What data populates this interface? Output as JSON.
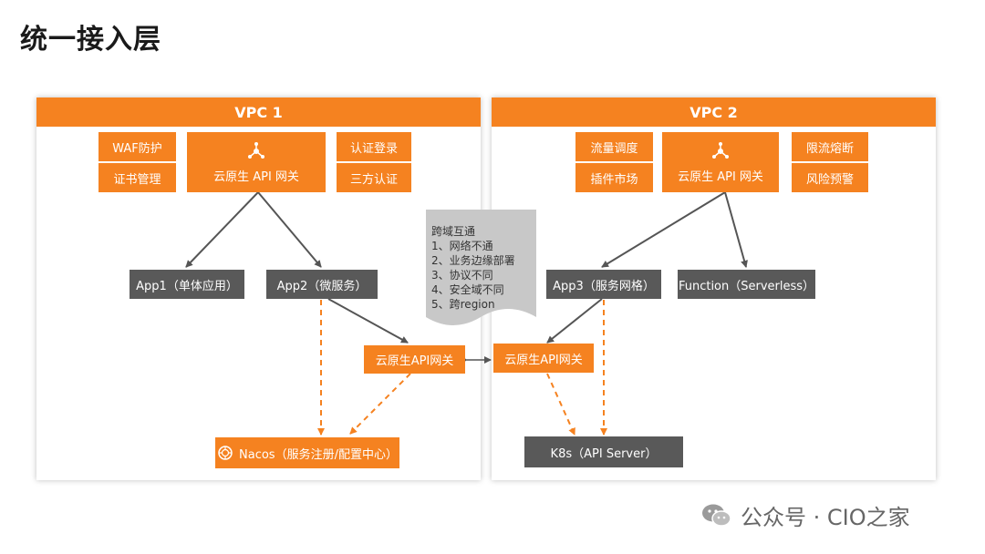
{
  "title": "统一接入层",
  "vpc1": {
    "header": "VPC 1",
    "waf": "WAF防护",
    "cert": "证书管理",
    "gateway": "云原生 API 网关",
    "auth_login": "认证登录",
    "third_auth": "三方认证",
    "app1": "App1（单体应用）",
    "app2": "App2（微服务）",
    "gw_small": "云原生API网关",
    "nacos": "Nacos（服务注册/配置中心）"
  },
  "vpc2": {
    "header": "VPC 2",
    "traffic": "流量调度",
    "plugin": "插件市场",
    "gateway": "云原生 API 网关",
    "rate_limit": "限流熔断",
    "risk": "风险预警",
    "app3": "App3（服务网格）",
    "function": "Function（Serverless）",
    "gw_small": "云原生API网关",
    "k8s": "K8s（API Server）"
  },
  "note": {
    "title": "跨域互通",
    "items": [
      "1、网络不通",
      "2、业务边缘部署",
      "3、协议不同",
      "4、安全域不同",
      "5、跨region"
    ]
  },
  "watermark": "公众号 · CIO之家",
  "colors": {
    "accent": "#f58220",
    "dark_box": "#595959",
    "note_fill": "#c8c8c8"
  }
}
